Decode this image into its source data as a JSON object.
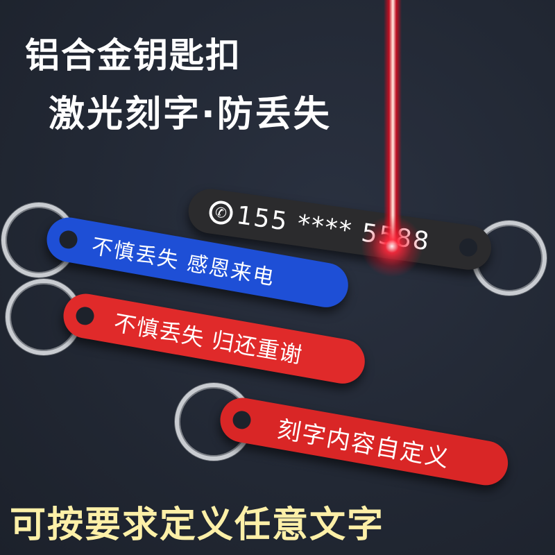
{
  "headline": {
    "line1": "铝合金钥匙扣",
    "line2": "激光刻字·防丢失"
  },
  "tags": [
    {
      "color": "#2b2b2d",
      "icon": "phone-icon",
      "text": "155 **** 5588"
    },
    {
      "color": "#1e4fd6",
      "text": "不慎丢失 感恩来电"
    },
    {
      "color": "#e02a2a",
      "text": "不慎丢失 归还重谢"
    },
    {
      "color": "#d92626",
      "text": "刻字内容自定义"
    }
  ],
  "footer": {
    "slogan": "可按要求定义任意文字"
  },
  "colors": {
    "background": "#222834",
    "laser": "#e0142c",
    "slogan": "#fdf0a8"
  }
}
